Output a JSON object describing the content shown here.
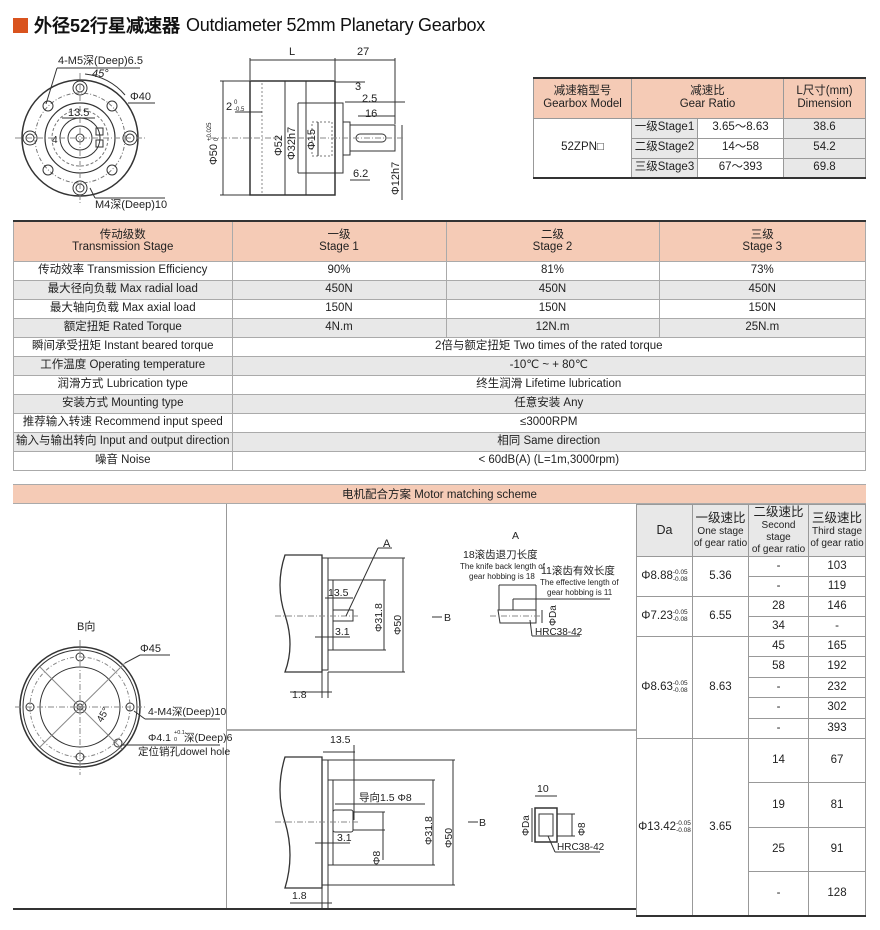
{
  "title": {
    "cn": "外径52行星减速器",
    "en": "Outdiameter 52mm Planetary Gearbox"
  },
  "front_view": {
    "holes": "4-M5深(Deep)6.5",
    "angle": "45°",
    "pcd": "Φ40",
    "width": "13.5",
    "key": "4",
    "center_hole": "M4深(Deep)10"
  },
  "side_view": {
    "L": "L",
    "shaft_total": "27",
    "d3": "3",
    "d2_5": "2.5",
    "d16": "16",
    "d2": "2",
    "d2_tol_up": "0",
    "d2_tol_lo": "-0.5",
    "pilot": "Φ50",
    "pilot_tol_up": "+0.025",
    "pilot_tol_lo": "0",
    "body": "Φ52",
    "spigot": "Φ32h7",
    "boss": "Φ15",
    "d6_2": "6.2",
    "shaft": "Φ12h7"
  },
  "model_table": {
    "headers": [
      {
        "cn": "减速箱型号",
        "en": "Gearbox Model"
      },
      {
        "cn": "减速比",
        "en": "Gear Ratio"
      },
      {
        "cn": "L尺寸(mm)",
        "en": "Dimension"
      }
    ],
    "model": "52ZPN□",
    "rows": [
      {
        "stage": "一级Stage1",
        "ratio": "3.65～8.63",
        "L": "38.6"
      },
      {
        "stage": "二级Stage2",
        "ratio": "14～58",
        "L": "54.2"
      },
      {
        "stage": "三级Stage3",
        "ratio": "67～393",
        "L": "69.8"
      }
    ]
  },
  "spec_table": {
    "header": [
      {
        "cn": "传动级数",
        "en": "Transmission Stage"
      },
      {
        "cn": "一级",
        "en": "Stage 1"
      },
      {
        "cn": "二级",
        "en": "Stage 2"
      },
      {
        "cn": "三级",
        "en": "Stage 3"
      }
    ],
    "rows": [
      {
        "label": "传动效率 Transmission Efficiency",
        "values": [
          "90%",
          "81%",
          "73%"
        ]
      },
      {
        "label": "最大径向负载 Max radial load",
        "values": [
          "450N",
          "450N",
          "450N"
        ]
      },
      {
        "label": "最大轴向负载 Max axial load",
        "values": [
          "150N",
          "150N",
          "150N"
        ]
      },
      {
        "label": "额定扭矩 Rated Torque",
        "values": [
          "4N.m",
          "12N.m",
          "25N.m"
        ]
      },
      {
        "label": "瞬间承受扭矩 Instant beared torque",
        "value": "2倍与额定扭矩 Two times of the rated torque"
      },
      {
        "label": "工作温度 Operating temperature",
        "value": "-10℃ ~ + 80℃"
      },
      {
        "label": "润滑方式 Lubrication type",
        "value": "终生润滑 Lifetime lubrication"
      },
      {
        "label": "安装方式 Mounting type",
        "value": "任意安装 Any"
      },
      {
        "label": "推荐输入转速 Recommend input speed",
        "value": "≤3000RPM"
      },
      {
        "label": "输入与输出转向 Input and output direction",
        "value": "相同 Same direction"
      },
      {
        "label": "噪音 Noise",
        "value": "< 60dB(A) (L=1m,3000rpm)"
      }
    ]
  },
  "motor": {
    "heading": "电机配合方案 Motor matching scheme",
    "bview": {
      "label": "B向",
      "pcd": "Φ45",
      "holes": "4-M4深(Deep)10",
      "angle": "45°",
      "dowel": "Φ4.1",
      "dowel_tol_up": "+0.1",
      "dowel_tol_lo": "0",
      "dowel_depth": "深(Deep)6",
      "dowel_name": "定位销孔dowel hole"
    },
    "upper": {
      "A": "A",
      "d13_5": "13.5",
      "d31_8": "Φ31.8",
      "d50": "Φ50",
      "d3_1": "3.1",
      "d1_8": "1.8",
      "B": "B",
      "detail_title": "A",
      "knife_cn": "18滚齿退刀长度",
      "knife_en1": "The knife back length of",
      "knife_en2": "gear hobbing is 18",
      "eff_cn": "11滚齿有效长度",
      "eff_en1": "The effective length of",
      "eff_en2": "gear hobbing is 11",
      "da": "ΦDa",
      "hrc": "HRC38-42"
    },
    "lower": {
      "d13_5": "13.5",
      "guide": "导向1.5 Φ8",
      "d31_8": "Φ31.8",
      "d50": "Φ50",
      "d3_1": "3.1",
      "d8": "Φ8",
      "d1_8": "1.8",
      "B": "B",
      "d10": "10",
      "da": "ΦDa",
      "bore": "Φ8",
      "hrc": "HRC38-42"
    },
    "ratio_table": {
      "headers": [
        {
          "cn": "Da"
        },
        {
          "cn": "一级速比",
          "en1": "One stage",
          "en2": "of gear ratio"
        },
        {
          "cn": "二级速比",
          "en1": "Second stage",
          "en2": "of gear ratio"
        },
        {
          "cn": "三级速比",
          "en1": "Third stage",
          "en2": "of gear ratio"
        }
      ],
      "tol_up": "-0.05",
      "tol_lo": "-0.08",
      "groups": [
        {
          "da": "Φ8.88",
          "one": "5.36",
          "rows": [
            [
              "-",
              "103"
            ],
            [
              "-",
              "119"
            ]
          ]
        },
        {
          "da": "Φ7.23",
          "one": "6.55",
          "rows": [
            [
              "28",
              "146"
            ],
            [
              "34",
              "-"
            ]
          ]
        },
        {
          "da": "Φ8.63",
          "one": "8.63",
          "rows": [
            [
              "45",
              "165"
            ],
            [
              "58",
              "192"
            ],
            [
              "-",
              "232"
            ],
            [
              "-",
              "302"
            ],
            [
              "-",
              "393"
            ]
          ]
        },
        {
          "da": "Φ13.42",
          "one": "3.65",
          "rows": [
            [
              "14",
              "67"
            ],
            [
              "19",
              "81"
            ],
            [
              "25",
              "91"
            ],
            [
              "-",
              "128"
            ]
          ]
        }
      ]
    }
  },
  "colors": {
    "accent": "#d9531e",
    "header_fill": "#f5cbb6",
    "row_gray": "#e8e8e8"
  }
}
